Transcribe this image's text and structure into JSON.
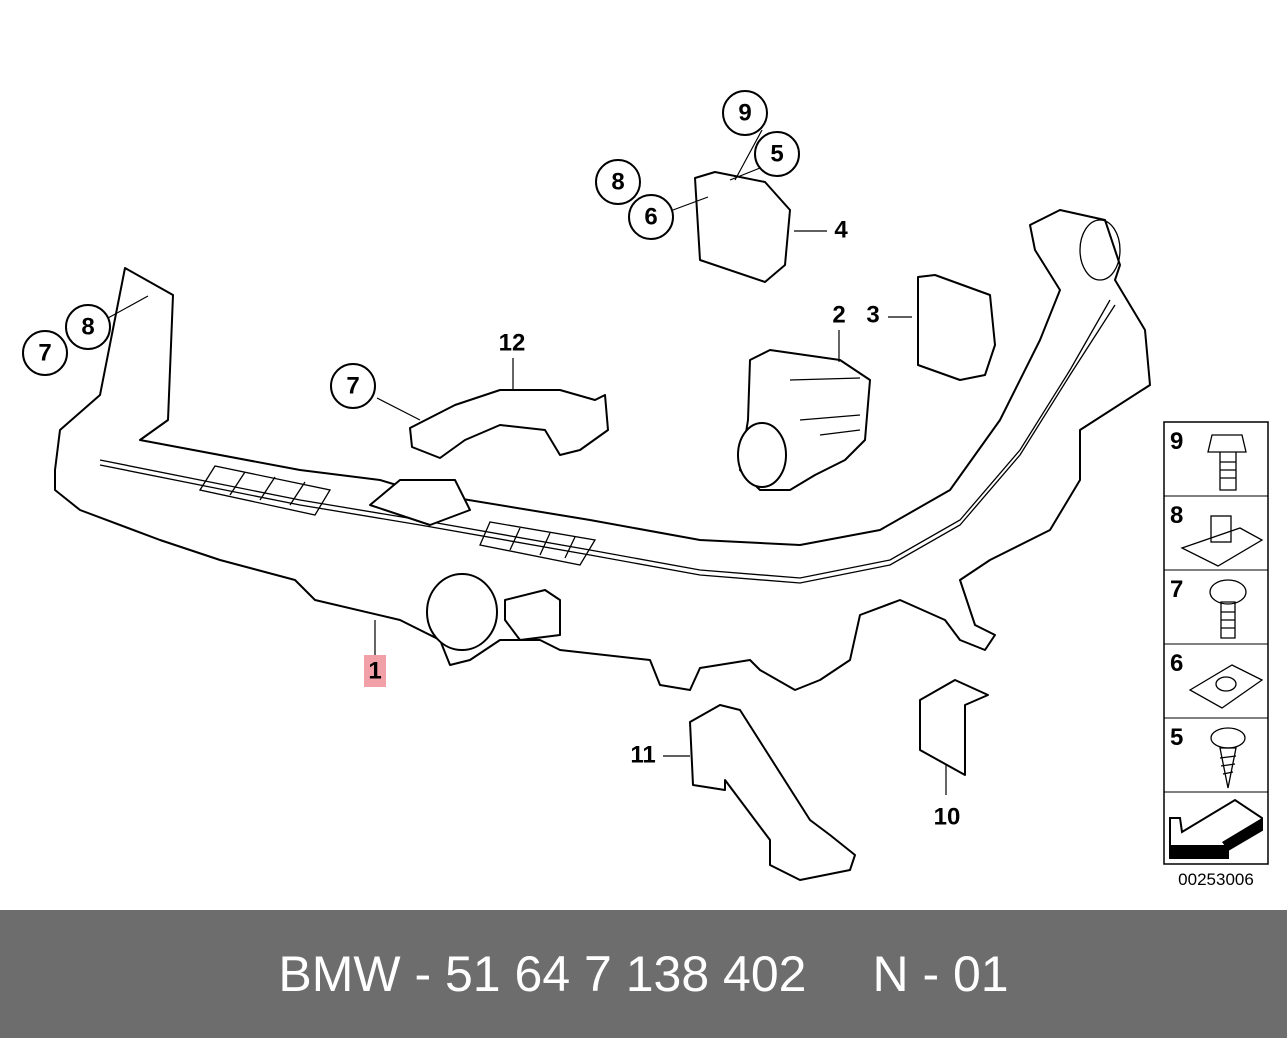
{
  "callouts": {
    "c9": "9",
    "c5": "5",
    "c8a": "8",
    "c6": "6",
    "c4": "4",
    "c2": "2",
    "c3": "3",
    "c8b": "8",
    "c7a": "7",
    "c12": "12",
    "c7b": "7",
    "c1": "1",
    "c11": "11",
    "c10": "10"
  },
  "legend": {
    "items": [
      {
        "number": "9",
        "icon": "hex-bolt-icon"
      },
      {
        "number": "8",
        "icon": "cage-nut-icon"
      },
      {
        "number": "7",
        "icon": "torx-screw-icon"
      },
      {
        "number": "6",
        "icon": "clip-nut-icon"
      },
      {
        "number": "5",
        "icon": "self-tapping-screw-icon"
      }
    ],
    "arrow_icon": "direction-arrow-icon",
    "diagram_code": "00253006"
  },
  "highlight_color": "#f2a0a8",
  "footer": {
    "part_number": "BMW - 51 64 7 138 402",
    "position": "N - 01"
  }
}
